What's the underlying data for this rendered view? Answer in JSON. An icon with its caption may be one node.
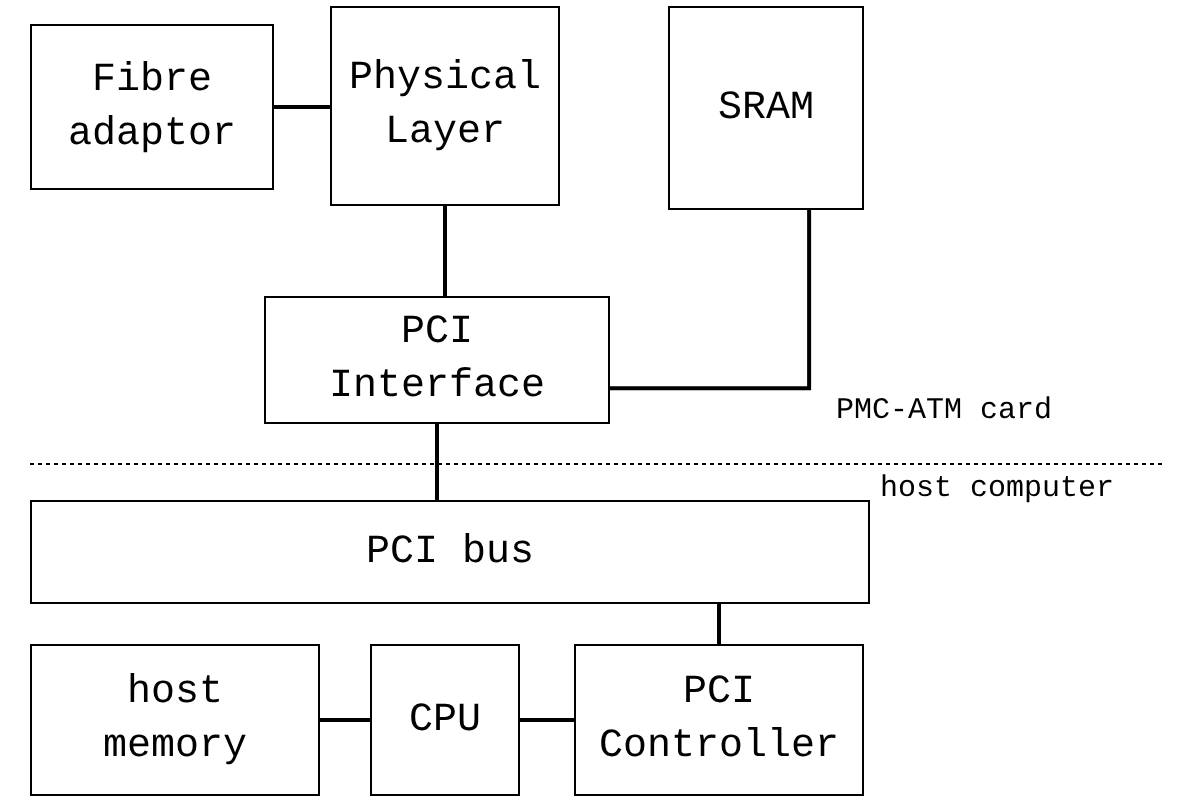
{
  "diagram": {
    "nodes": [
      {
        "text": [
          "Fibre adaptor"
        ]
      },
      {
        "text": [
          "Physical Layer"
        ]
      },
      {
        "text": [
          "SRAM"
        ]
      },
      {
        "text": [
          "PCI Interface"
        ]
      },
      {
        "text": [
          "PCI bus"
        ]
      },
      {
        "text": [
          "host memory"
        ]
      },
      {
        "text": [
          "CPU"
        ]
      },
      {
        "text": [
          "PCI Controller"
        ]
      }
    ],
    "edges": [
      {
        "from": 0,
        "to": 1,
        "arrow": "none"
      },
      {
        "from": 1,
        "to": 3,
        "arrow": "none"
      },
      {
        "from": 2,
        "to": 3,
        "arrow": "none"
      },
      {
        "from": 3,
        "to": 4,
        "arrow": "none"
      },
      {
        "from": 4,
        "to": 7,
        "arrow": "none"
      },
      {
        "from": 5,
        "to": 6,
        "arrow": "none"
      },
      {
        "from": 6,
        "to": 7,
        "arrow": "none"
      }
    ],
    "labels": [
      "PMC-ATM card",
      "host computer"
    ]
  }
}
